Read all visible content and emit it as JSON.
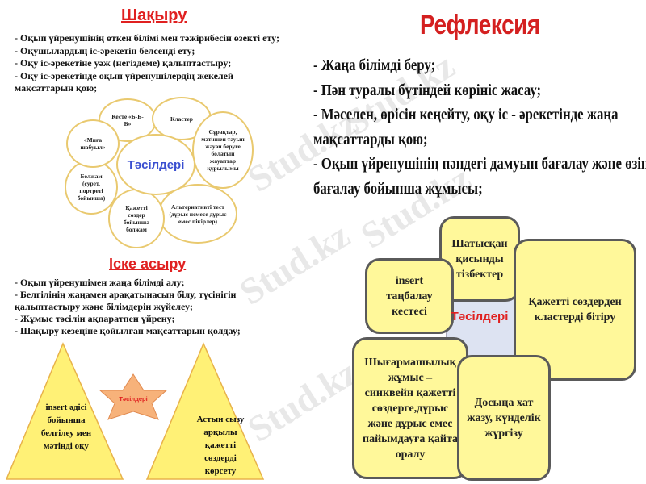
{
  "watermark": "Stud.kz",
  "left_top": {
    "title": "Шақыру",
    "bullets": [
      "- Оқып үйренушінің өткен білімі мен тәжірибесін өзекті ету;",
      "- Оқушылардың іс-әрекетін белсенді ету;",
      "- Оқу іс-әрекетіне уәж (негіздеме) қалыптастыру;",
      "- Оқу іс-әрекетінде оқып үйренушілердің жекелей",
      "мақсаттарын қою;"
    ],
    "flower": {
      "center": "Тәсілдері",
      "petals": [
        "Кесте «Б-Б-Б»",
        "Кластер",
        "Сұрақтар, мәтіннен тауып жауап беруге болатын жауаптар құрылымы",
        "Альтернативті тест (дұрыс немесе дұрыс емес пікірлер)",
        "Қажетті сөздер бойынша болжам",
        "Болжам (сурет, портреті бойынша)",
        "«Миға шабуыл»"
      ]
    }
  },
  "left_bottom": {
    "title": "Іске асыру",
    "bullets": [
      "- Оқып үйренушімен жаңа білімді алу;",
      "- Белгілінің жаңамен арақатынасын білу, түсінігін",
      "қалыптастыру және білімдерін жүйелеу;",
      "- Жұмыс тәсілін ақпаратпен үйрену;",
      "- Шақыру кезеңіне қойылған мақсаттарын қолдау;"
    ],
    "star": {
      "center": "Тәсілдері",
      "left": "insert әдісі бойынша белгілеу мен мәтінді оқу",
      "right": "Астын сызу арқылы қажетті сөздерді көрсету"
    }
  },
  "right": {
    "title": "Рефлексия",
    "bullets": [
      "- Жаңа білімді беру;",
      "- Пән туралы бүтіндей көрініс жасау;",
      "- Мәселен, өрісін кеңейту, оқу іс - әрекетінде жаңа",
      "мақсаттарды қою;",
      "- Оқып үйренушінің пәндегі дамуын бағалау және өзін-өзі",
      "бағалау бойынша жұмысы;"
    ],
    "diagram": {
      "center": "Тәсілдері",
      "boxes": [
        "Шатысқан қисынды тізбектер",
        "insert таңбалау кестесі",
        "Қажетті сөздерден кластерді бітіру",
        "Шығармашылық жұмыс – синквейн қажетті сөздерге,дұрыс және дұрыс емес пайымдауға қайта оралу",
        "Досыңа хат жазу, күнделік жүргізу"
      ]
    }
  },
  "colors": {
    "title_red": "#e02020",
    "petal_border": "#e9c96f",
    "center_blue": "#3a4fd0",
    "triangle_yellow": "#fff176",
    "star_orange": "#f7b27a",
    "box_yellow": "#fff89a"
  }
}
